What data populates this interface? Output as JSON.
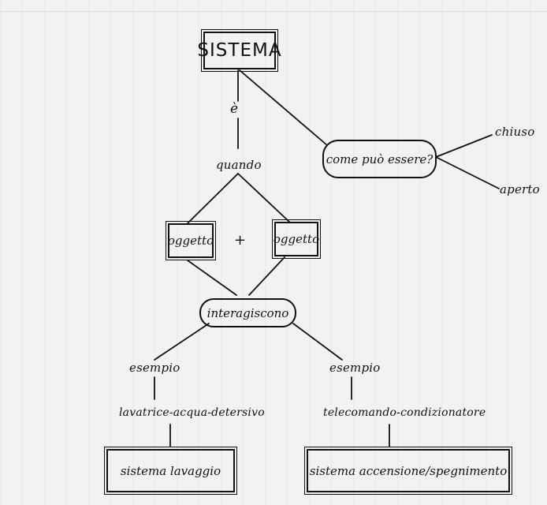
{
  "diagram": {
    "root": "SISTEMA",
    "link_e": "è",
    "quando": "quando",
    "come_puo_essere": "come può essere?",
    "chiuso": "chiuso",
    "aperto": "aperto",
    "oggetto_1": "oggetto",
    "plus": "+",
    "oggetto_2": "oggetto",
    "interagiscono": "interagiscono",
    "esempio_left": "esempio",
    "esempio_right": "esempio",
    "example_left_items": "lavatrice-acqua-detersivo",
    "example_right_items": "telecomando-condizionatore",
    "system_left": "sistema lavaggio",
    "system_right": "sistema accensione/spegnimento"
  },
  "colors": {
    "ink": "#111111",
    "paper": "#f2f2f0"
  }
}
